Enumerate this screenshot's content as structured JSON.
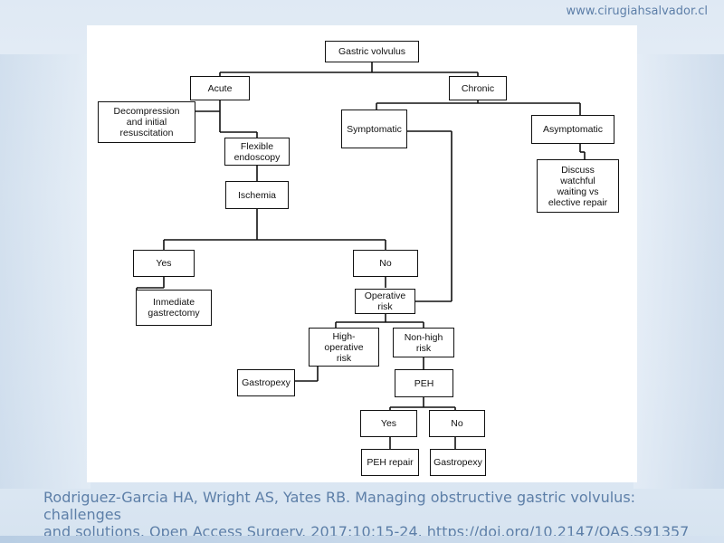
{
  "header": {
    "url": "www.cirugiahsalvador.cl"
  },
  "diagram": {
    "nodes": {
      "gastric_volvulus": "Gastric volvulus",
      "acute": "Acute",
      "chronic": "Chronic",
      "decompression": "Decompression\nand initial\nresuscitation",
      "flexible_endoscopy": "Flexible\nendoscopy",
      "ischemia": "Ischemia",
      "yes_ischemia": "Yes",
      "no_ischemia": "No",
      "inmediate_gastrectomy": "Inmediate\ngastrectomy",
      "operative_risk": "Operative\nrisk",
      "high_operative_risk": "High-\noperative\nrisk",
      "non_high_risk": "Non-high\nrisk",
      "gastropexy_high": "Gastropexy",
      "peh": "PEH",
      "yes_peh": "Yes",
      "no_peh": "No",
      "peh_repair": "PEH repair",
      "gastropexy_peh": "Gastropexy",
      "symptomatic": "Symptomatic",
      "asymptomatic": "Asymptomatic",
      "discuss": "Discuss\nwatchful\nwaiting vs\nelective repair"
    }
  },
  "citation": {
    "line1": "Rodriguez-Garcia HA, Wright AS, Yates RB. Managing obstructive gastric volvulus: challenges",
    "line2": "and solutions. Open Access Surgery. 2017;10:15-24. https://doi.org/10.2147/OAS.S91357"
  }
}
